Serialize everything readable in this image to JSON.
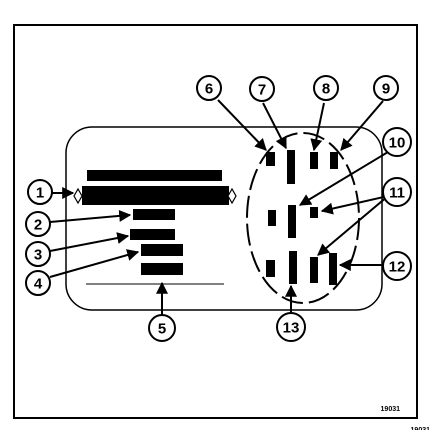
{
  "figure": {
    "reference_number": "19031",
    "reference_number_clipped": "19031",
    "callouts": [
      {
        "id": "callout-1",
        "label": "1"
      },
      {
        "id": "callout-2",
        "label": "2"
      },
      {
        "id": "callout-3",
        "label": "3"
      },
      {
        "id": "callout-4",
        "label": "4"
      },
      {
        "id": "callout-5",
        "label": "5"
      },
      {
        "id": "callout-6",
        "label": "6"
      },
      {
        "id": "callout-7",
        "label": "7"
      },
      {
        "id": "callout-8",
        "label": "8"
      },
      {
        "id": "callout-9",
        "label": "9"
      },
      {
        "id": "callout-10",
        "label": "10"
      },
      {
        "id": "callout-11",
        "label": "11"
      },
      {
        "id": "callout-12",
        "label": "12"
      },
      {
        "id": "callout-13",
        "label": "13"
      }
    ]
  }
}
